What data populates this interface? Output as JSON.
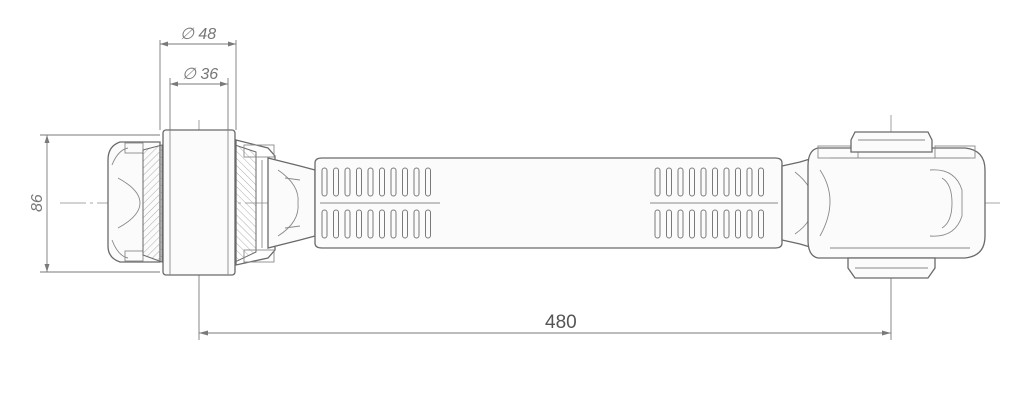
{
  "drawing": {
    "dimensions": {
      "outer_diameter": "∅ 48",
      "inner_diameter": "∅ 36",
      "height": "86",
      "length": "480"
    }
  }
}
